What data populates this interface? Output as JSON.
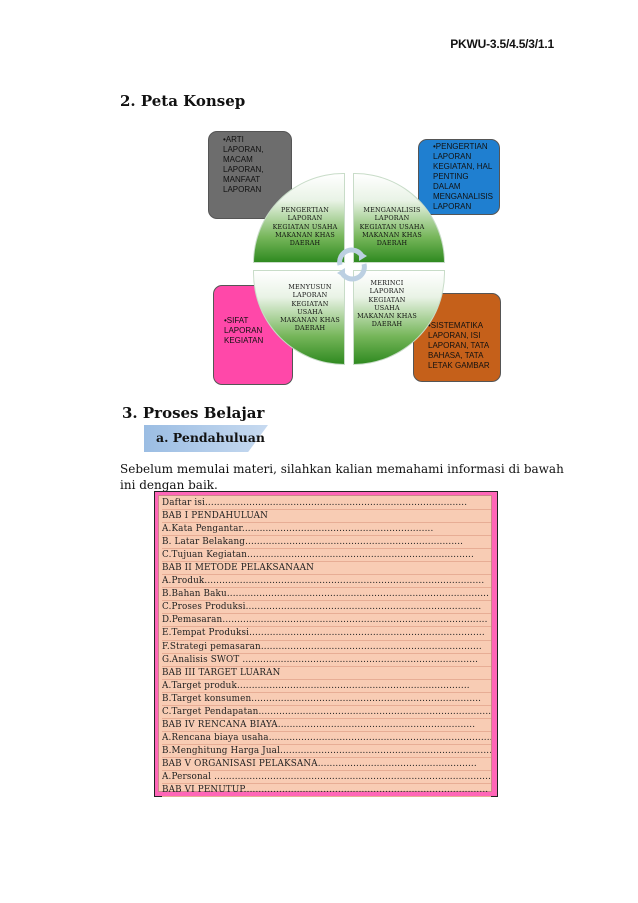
{
  "header_code": "PKWU-3.5/4.5/3/1.1",
  "section2_title": "2. Peta Konsep",
  "concept_map": {
    "box_top_left": "•ARTI LAPORAN, MACAM LAPORAN, MANFAAT LAPORAN",
    "box_top_right": "•PENGERTIAN LAPORAN KEGIATAN, HAL PENTING DALAM MENGANALISIS LAPORAN",
    "box_bottom_left": "•SIFAT LAPORAN KEGIATAN",
    "box_bottom_right": "•SISTEMATIKA LAPORAN, ISI LAPORAN, TATA BAHASA, TATA LETAK GAMBAR",
    "quad_top_left": "PENGERTIAN LAPORAN KEGIATAN USAHA MAKANAN KHAS DAERAH",
    "quad_top_right": "MENGANALISIS LAPORAN KEGIATAN USAHA MAKANAN KHAS DAERAH",
    "quad_bottom_left": "MENYUSUN LAPORAN KEGIATAN USAHA MAKANAN KHAS DAERAH",
    "quad_bottom_right": "MERINCI LAPORAN KEGIATAN USAHA MAKANAN KHAS DAERAH",
    "colors": {
      "grey": "#6d6d6d",
      "blue": "#1f7fd0",
      "pink": "#ff48a9",
      "orange": "#c5601a",
      "green": "#3a9430"
    }
  },
  "section3_title": "3. Proses Belajar",
  "subsection_a": "a. Pendahuluan",
  "intro_text": "Sebelum memulai materi, silahkan kalian memahami informasi di bawah ini dengan baik.",
  "toc_lines": [
    "Daftar isi.........................................................................................",
    "BAB I PENDAHULUAN",
    "A.Kata Pengantar.................................................................",
    "B. Latar Belakang..........................................................................",
    "C.Tujuan Kegiatan.............................................................................",
    "BAB II METODE PELAKSANAAN",
    "A.Produk...............................................................................................",
    "B.Bahan Baku.........................................................................................",
    "C.Proses Produksi................................................................................",
    "D.Pemasaran..........................................................................................",
    "E.Tempat Produksi................................................................................",
    "F.Strategi pemasaran...........................................................................",
    "G.Analisis SWOT ................................................................................",
    "BAB III TARGET LUARAN",
    "A.Target produk...............................................................................",
    "B.Target konsumen..............................................................................",
    "C.Target Pendapatan.............................................................................................",
    "BAB IV RENCANA BIAYA...................................................................",
    "A.Rencana biaya usaha.......................................................................................",
    "B.Menghitung Harga Jual...................................................................................",
    "BAB V ORGANISASI PELAKSANA......................................................",
    "A.Personal ............................................................................................................",
    "BAB VI PENUTUP..................................................................................."
  ]
}
